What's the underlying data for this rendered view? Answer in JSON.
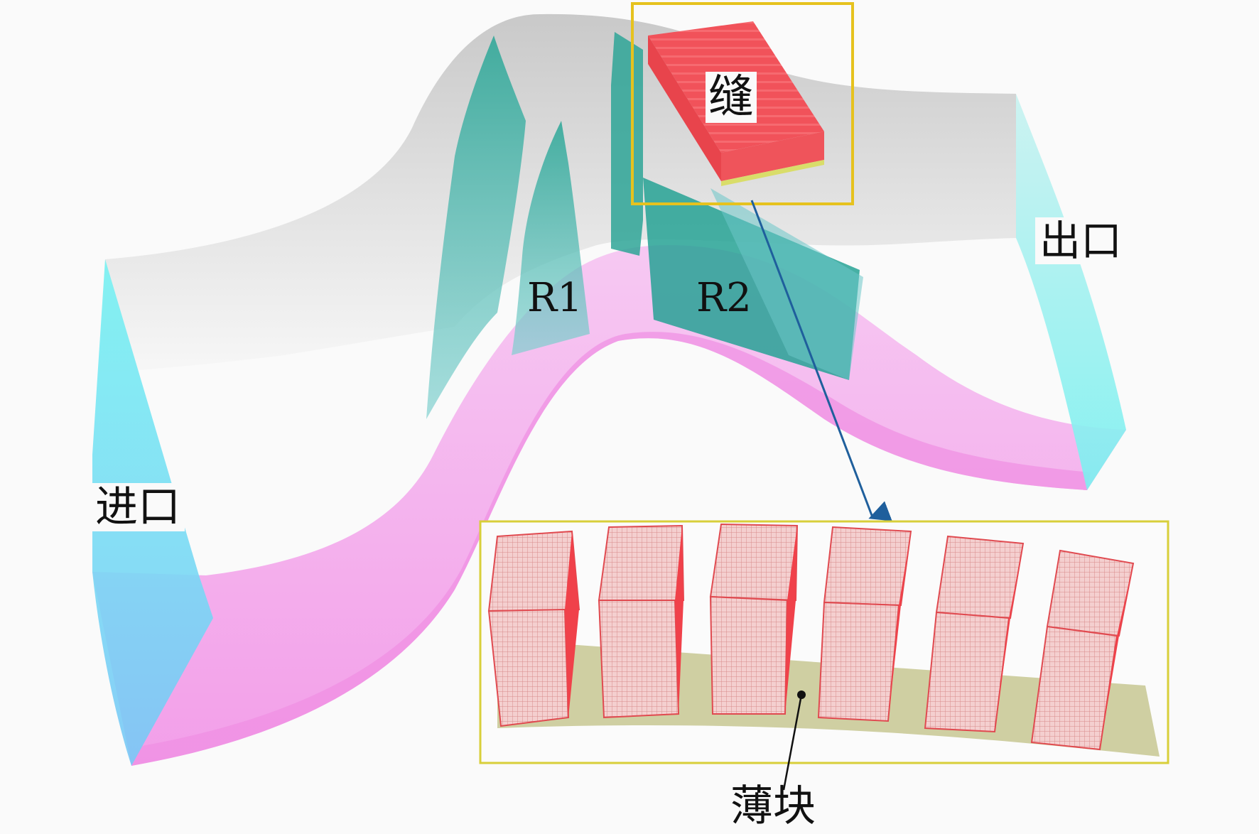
{
  "labels": {
    "inlet": "进口",
    "outlet": "出口",
    "rotor1": "R1",
    "rotor2": "R2",
    "slot": "缝",
    "thin_block": "薄块"
  },
  "colors": {
    "hub": "#f3a8ec",
    "shroud": "#cfcfcf",
    "inlet_face": "#6ff0f0",
    "outlet_face": "#8ff0f2",
    "blade": "#33a89a",
    "slot_block": "#f2525a",
    "inset_frame": "#d8cf3a",
    "slot_frame": "#e6c21e",
    "arrow": "#1f5f9c",
    "hub_plate": "#cfcfa2"
  },
  "inset": {
    "block_count": 6
  }
}
